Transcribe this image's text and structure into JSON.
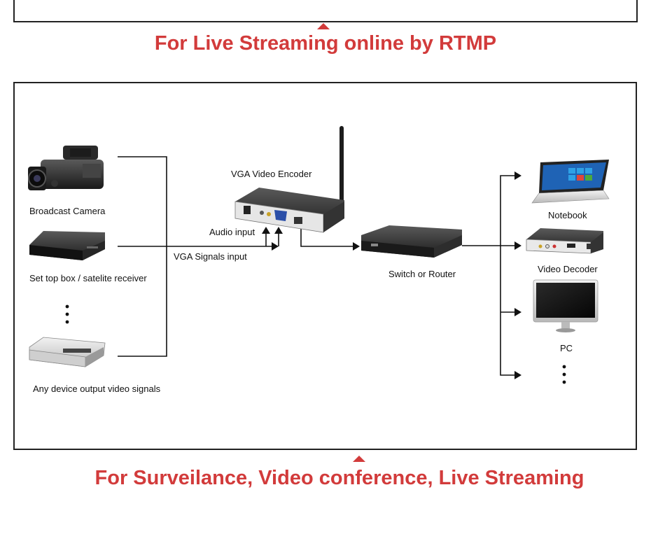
{
  "headings": {
    "top": "For Live Streaming online by RTMP",
    "bottom": "For Surveilance, Video conference, Live Streaming"
  },
  "sources": [
    {
      "label": "Broadcast Camera",
      "icon": "broadcast-camera-icon"
    },
    {
      "label": "Set top box / satelite receiver",
      "icon": "set-top-box-icon"
    },
    {
      "label": "Any device output video signals",
      "icon": "video-device-icon"
    }
  ],
  "encoder": {
    "label": "VGA Video Encoder",
    "audio_input_label": "Audio input",
    "vga_input_label": "VGA Signals input"
  },
  "switch": {
    "label": "Switch or Router"
  },
  "outputs": [
    {
      "label": "Notebook",
      "icon": "notebook-icon"
    },
    {
      "label": "Video Decoder",
      "icon": "video-decoder-icon"
    },
    {
      "label": "PC",
      "icon": "pc-monitor-icon"
    }
  ],
  "colors": {
    "heading": "#d23b3b",
    "line": "#111111"
  }
}
